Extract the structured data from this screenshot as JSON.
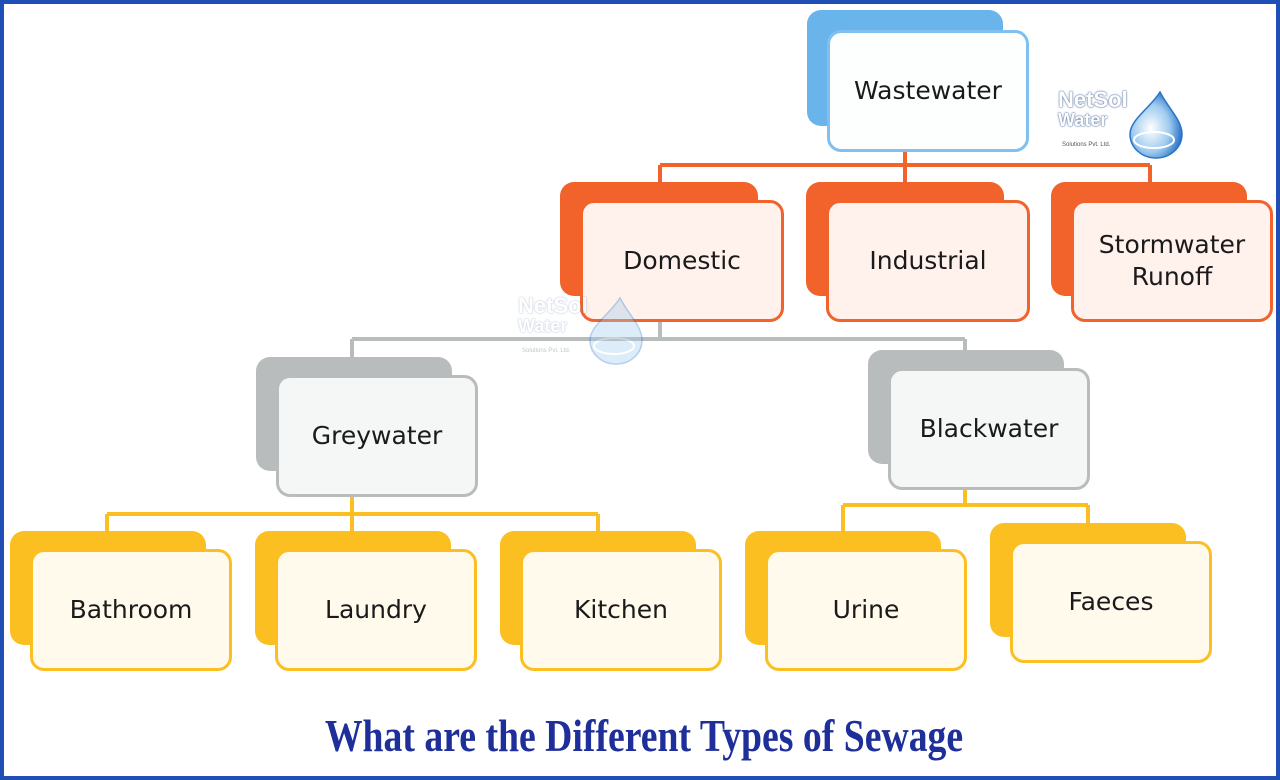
{
  "title": "What are the Different Types of Sewage",
  "logo": {
    "line1": "NetSol",
    "line2": "Water",
    "tagline": "Solutions Pvt. Ltd."
  },
  "colors": {
    "frame": "#1f4fb5",
    "blue": "#6ab4ec",
    "orange": "#f2622b",
    "grey": "#b9bcbc",
    "yellow": "#fbbf22",
    "title": "#1f2f9a"
  },
  "nodes": {
    "root": "Wastewater",
    "domestic": "Domestic",
    "industrial": "Industrial",
    "stormwater": "Stormwater\nRunoff",
    "greywater": "Greywater",
    "blackwater": "Blackwater",
    "bathroom": "Bathroom",
    "laundry": "Laundry",
    "kitchen": "Kitchen",
    "urine": "Urine",
    "faeces": "Faeces"
  }
}
